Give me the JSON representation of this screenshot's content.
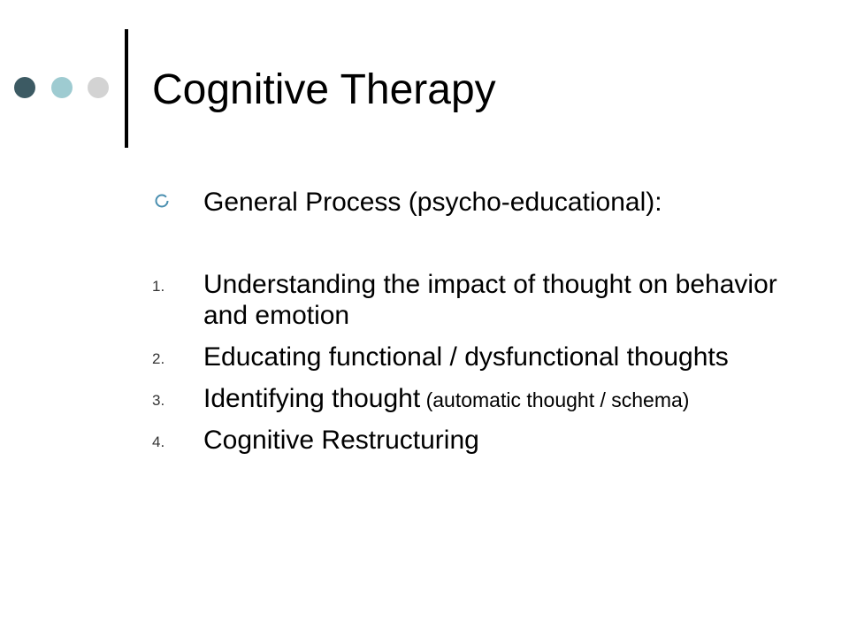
{
  "theme": {
    "dot_colors": [
      "#3c5a63",
      "#9ecbd1",
      "#d3d3d3"
    ],
    "bullet_icon": "circle-outline-bullet-icon",
    "bullet_color": "#4a8fb0"
  },
  "slide": {
    "title": "Cognitive Therapy",
    "bullet": {
      "text": "General Process (psycho-educational):"
    },
    "steps": [
      {
        "number": "1.",
        "text": "Understanding the impact of thought on behavior and emotion",
        "small": ""
      },
      {
        "number": "2.",
        "text": "Educating functional / dysfunctional thoughts",
        "small": ""
      },
      {
        "number": "3.",
        "text": "Identifying thought",
        "small": " (automatic thought / schema)"
      },
      {
        "number": "4.",
        "text": "Cognitive Restructuring",
        "small": ""
      }
    ]
  }
}
